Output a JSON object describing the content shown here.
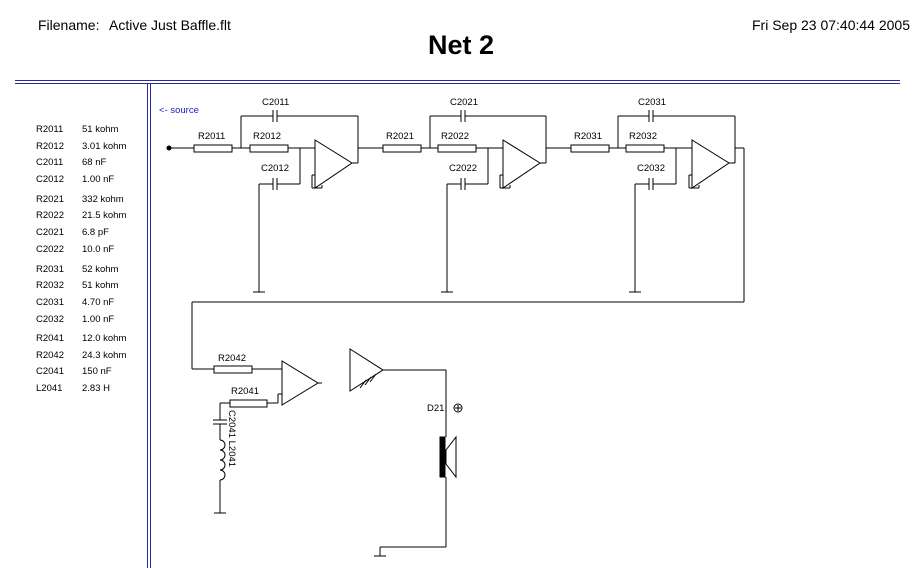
{
  "header": {
    "filename_label": "Filename:",
    "filename_value": "Active Just  Baffle.flt",
    "title": "Net 2",
    "datetime": "Fri Sep 23 07:40:44 2005"
  },
  "parts": [
    {
      "name": "R2011",
      "value": "51 kohm"
    },
    {
      "name": "R2012",
      "value": "3.01 kohm"
    },
    {
      "name": "C2011",
      "value": "68 nF"
    },
    {
      "name": "C2012",
      "value": "1.00 nF"
    },
    {
      "name": "R2021",
      "value": "332 kohm"
    },
    {
      "name": "R2022",
      "value": "21.5 kohm"
    },
    {
      "name": "C2021",
      "value": "6.8 pF"
    },
    {
      "name": "C2022",
      "value": "10.0 nF"
    },
    {
      "name": "R2031",
      "value": "52 kohm"
    },
    {
      "name": "R2032",
      "value": "51 kohm"
    },
    {
      "name": "C2031",
      "value": "4.70 nF"
    },
    {
      "name": "C2032",
      "value": "1.00 nF"
    },
    {
      "name": "R2041",
      "value": "12.0 kohm"
    },
    {
      "name": "R2042",
      "value": "24.3 kohm"
    },
    {
      "name": "C2041",
      "value": "150 nF"
    },
    {
      "name": "L2041",
      "value": "2.83 H"
    }
  ],
  "schematic": {
    "source_link": "<- source",
    "labels": {
      "c2011": "C2011",
      "r2011": "R2011",
      "r2012": "R2012",
      "c2012": "C2012",
      "c2021": "C2021",
      "r2021": "R2021",
      "r2022": "R2022",
      "c2022": "C2022",
      "c2031": "C2031",
      "r2031": "R2031",
      "r2032": "R2032",
      "c2032": "C2032",
      "r2042": "R2042",
      "r2041": "R2041",
      "c2041_l2041": "C2041 L2041",
      "d21": "D21"
    }
  },
  "colors": {
    "rule": "#2a2aa0",
    "link": "#2020c0"
  }
}
